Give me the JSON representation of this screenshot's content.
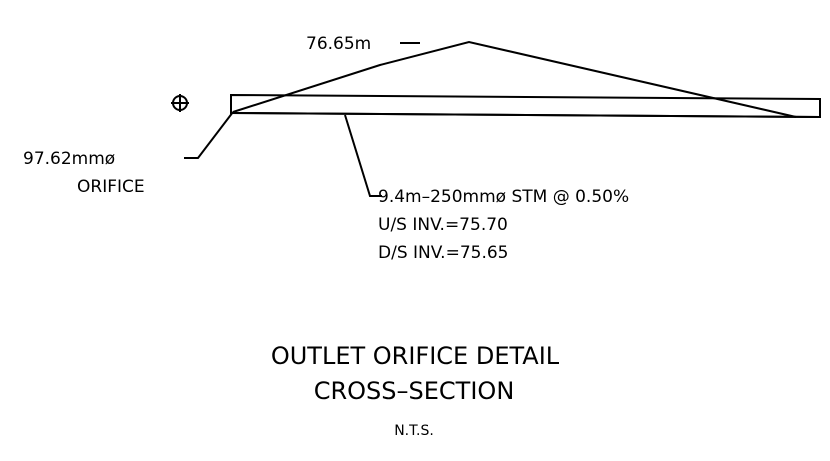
{
  "labels": {
    "water_level": "76.65m",
    "orifice_size": "97.62mmø",
    "orifice_word": "ORIFICE",
    "pipe_spec": "9.4m–250mmø STM @ 0.50%",
    "us_invert": "U/S INV.=75.70",
    "ds_invert": "D/S INV.=75.65"
  },
  "title": {
    "line1": "OUTLET ORIFICE DETAIL",
    "line2": "CROSS–SECTION",
    "scale": "N.T.S."
  },
  "symbols": {
    "centerline": "centerline-crosshair-icon"
  },
  "colors": {
    "ink": "#000000",
    "background": "#ffffff"
  }
}
